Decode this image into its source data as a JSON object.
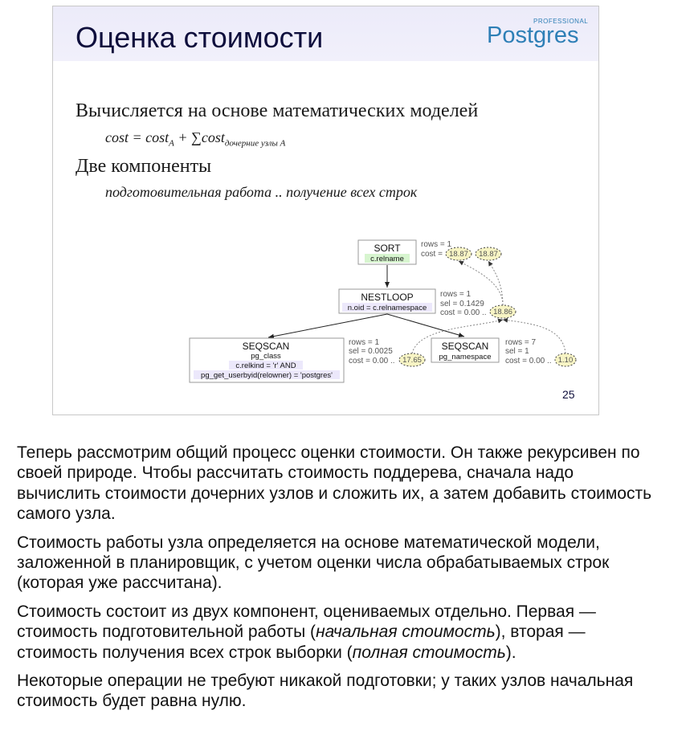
{
  "slide": {
    "title": "Оценка стоимости",
    "logo_small": "PROFESSIONAL",
    "logo_big": "Postgres",
    "bullet1": "Вычисляется на основе математических моделей",
    "formula_main": "cost = cost",
    "formula_sub_a": "A",
    "formula_sum": " + ∑cost",
    "formula_sub_children": "дочерние узлы A",
    "bullet2": "Две компоненты",
    "components": "подготовительная работа .. получение всех строк",
    "page_number": "25"
  },
  "plan": {
    "sort": {
      "name": "SORT",
      "key": "c.relname",
      "rows": "rows = 1",
      "cost_label": "cost  =",
      "cost_start": "18.87",
      "cost_total": "18.87"
    },
    "nestloop": {
      "name": "NESTLOOP",
      "cond": "n.oid = c.relnamespace",
      "rows": "rows = 1",
      "sel": "sel    = 0.1429",
      "cost_label": "cost  = 0.00 ..",
      "cost_total": "18.86"
    },
    "seqscan1": {
      "name": "SEQSCAN",
      "table": "pg_class",
      "filter1": "c.relkind = 'r' AND",
      "filter2": "pg_get_userbyid(relowner) = 'postgres'",
      "rows": "rows = 1",
      "sel": "sel    = 0.0025",
      "cost_label": "cost  = 0.00 ..",
      "cost_total": "17.65"
    },
    "seqscan2": {
      "name": "SEQSCAN",
      "table": "pg_namespace",
      "rows": "rows = 7",
      "sel": "sel    = 1",
      "cost_label": "cost  = 0.00 ..",
      "cost_total": "1.10"
    }
  },
  "notes": {
    "p1": "Теперь рассмотрим общий процесс оценки стоимости. Он также рекурсивен по своей природе. Чтобы рассчитать стоимость поддерева, сначала надо вычислить стоимости дочерних узлов и сложить их, а затем добавить стоимость самого узла.",
    "p2": "Стоимость работы узла определяется на основе математической модели, заложенной в планировщик, с учетом оценки числа обрабатываемых строк (которая уже рассчитана).",
    "p3_a": "Стоимость состоит из двух компонент, оцениваемых отдельно. Первая — стоимость подготовительной работы (",
    "p3_b": "начальная стоимость",
    "p3_c": "), вторая — стоимость получения всех строк выборки (",
    "p3_d": "полная стоимость",
    "p3_e": ").",
    "p4": "Некоторые операции не требуют никакой подготовки; у таких узлов начальная стоимость будет равна нулю."
  }
}
